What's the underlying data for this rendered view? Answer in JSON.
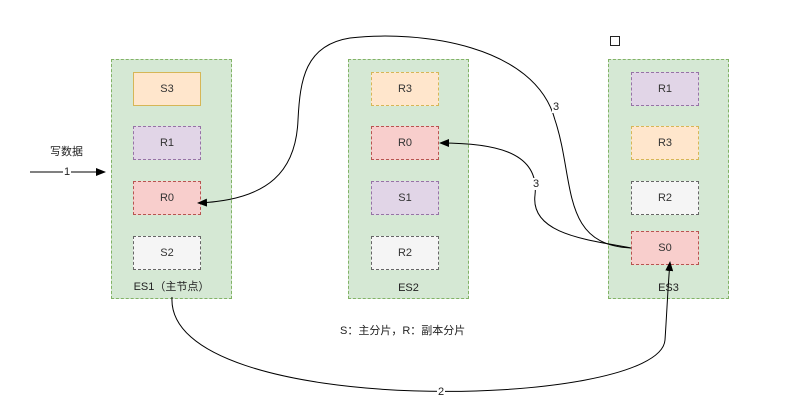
{
  "write_label": "写数据",
  "legend": "S：主分片，R：副本分片",
  "nodes": [
    {
      "label": "ES1（主节点）",
      "shards": [
        "S3",
        "R1",
        "R0",
        "S2"
      ]
    },
    {
      "label": "ES2",
      "shards": [
        "R3",
        "R0",
        "S1",
        "R2"
      ]
    },
    {
      "label": "ES3",
      "shards": [
        "R1",
        "R3",
        "R2",
        "S0"
      ]
    }
  ],
  "edges": {
    "write_in": "1",
    "to_es3_s0": "2",
    "replicate_es1_r0": "3",
    "replicate_es2_r0": "3"
  },
  "colors": {
    "node_fill": "#d5e8d4",
    "node_border": "#82b366",
    "orange_fill": "#ffe6cc",
    "purple_fill": "#e1d5e7",
    "red_fill": "#f8cecc",
    "gray_fill": "#f5f5f5"
  }
}
